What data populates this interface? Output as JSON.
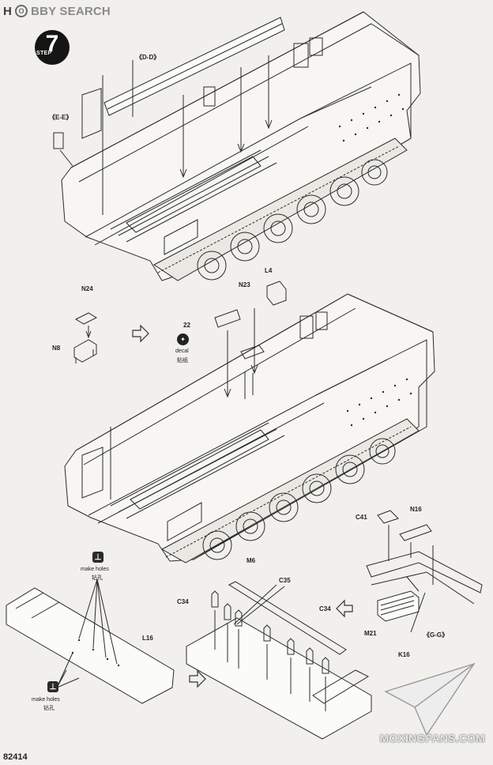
{
  "watermark_top": {
    "brand_prefix": "H",
    "brand_rest": "BBY SEARCH",
    "logo_glyph": "O"
  },
  "step": {
    "number": "7",
    "label": "STEP"
  },
  "callouts": {
    "d_d": "《D-D》",
    "e_e": "《E-E》",
    "g_g": "《G-G》"
  },
  "parts": {
    "n24": "N24",
    "n8": "N8",
    "n23": "N23",
    "l4": "L4",
    "p22": "22",
    "c41": "C41",
    "n16": "N16",
    "m6": "M6",
    "c35": "C35",
    "c34_left": "C34",
    "c34_right": "C34",
    "l16": "L16",
    "m21": "M21",
    "k16": "K16"
  },
  "instructions": {
    "decal_en": "decal",
    "decal_cn": "贴纸",
    "make_holes_en_top": "make holes",
    "make_holes_cn_top": "钻孔",
    "make_holes_en_bottom": "make holes",
    "make_holes_cn_bottom": "钻孔"
  },
  "icons": {
    "step_tank": "tank-icon",
    "decal": "decal-icon",
    "drill": "drill-icon",
    "assembly_arrow": "assembly-arrow-icon",
    "paper_plane": "paper-plane-icon"
  },
  "footer": {
    "page_number": "82414",
    "watermark": "MOXINGFANS.COM"
  }
}
